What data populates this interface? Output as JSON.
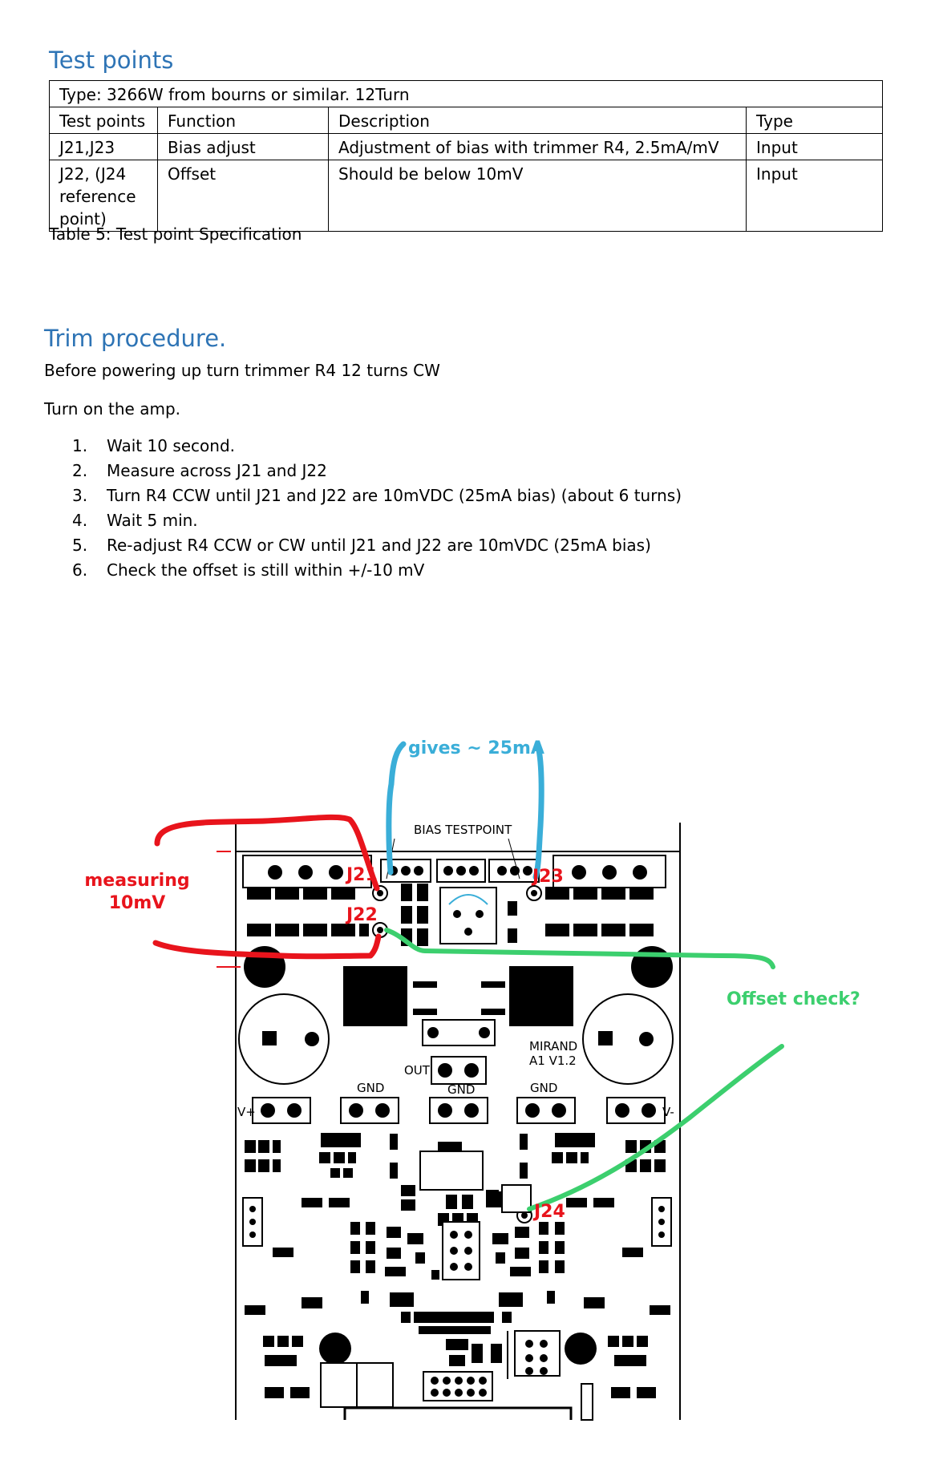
{
  "heading_test_points": "Test points",
  "spec_table": {
    "type_row": "Type: 3266W from bourns or similar. 12Turn",
    "headers": [
      "Test points",
      "Function",
      "Description",
      "Type"
    ],
    "rows": [
      {
        "test_points": "J21,J23",
        "function": "Bias adjust",
        "description": "Adjustment of bias with trimmer R4, 2.5mA/mV",
        "type": "Input"
      },
      {
        "test_points": "J22, (J24 reference point)",
        "function": "Offset",
        "description": "Should be below 10mV",
        "type": "Input"
      }
    ]
  },
  "table_caption": "Table 5: Test point Specification",
  "heading_trim": "Trim procedure.",
  "intro_1": "Before powering up turn trimmer R4 12 turns CW",
  "intro_2": "Turn on the amp.",
  "steps": [
    {
      "num": "1.",
      "text": "Wait 10 second."
    },
    {
      "num": "2.",
      "text": "Measure across J21 and J22"
    },
    {
      "num": "3.",
      "text": "Turn R4 CCW until J21 and J22 are 10mVDC (25mA bias) (about 6 turns)"
    },
    {
      "num": "4.",
      "text": "Wait 5 min."
    },
    {
      "num": "5.",
      "text": "Re-adjust R4 CCW or CW until J21 and J22 are 10mVDC (25mA bias)"
    },
    {
      "num": "6.",
      "text": "Check the offset is still within +/-10 mV"
    }
  ],
  "annotations": {
    "gives": "gives ~ 25mA",
    "measuring_1": "measuring",
    "measuring_2": "10mV",
    "offset_check": "Offset check?",
    "j21": "J21",
    "j22": "J22",
    "j23": "J23",
    "j24": "J24"
  },
  "pcb_labels": {
    "bias_testpoint": "BIAS TESTPOINT",
    "mirand_1": "MIRAND",
    "mirand_2": "A1 V1.2",
    "out": "OUT",
    "gnd_1": "GND",
    "gnd_2": "GND",
    "gnd_3": "GND",
    "v_plus": "V+",
    "v_minus": "V-"
  },
  "colors": {
    "heading": "#2e74b5",
    "red_annotation": "#e8141c",
    "blue_annotation": "#3aaed8",
    "green_annotation": "#3ccf6e"
  }
}
